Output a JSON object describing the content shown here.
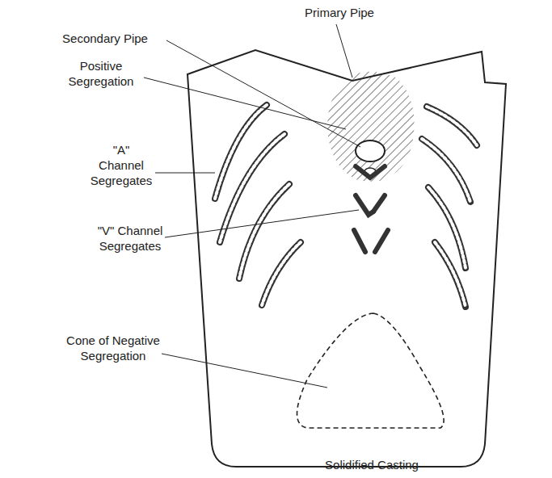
{
  "diagram": {
    "caption": "Solidified Casting",
    "labels": [
      "Primary Pipe",
      "Secondary Pipe",
      "Positive Segregation",
      "\"A\" Channel Segregates",
      "\"V\" Channel Segregates",
      "Cone of Negative Segregation"
    ]
  }
}
